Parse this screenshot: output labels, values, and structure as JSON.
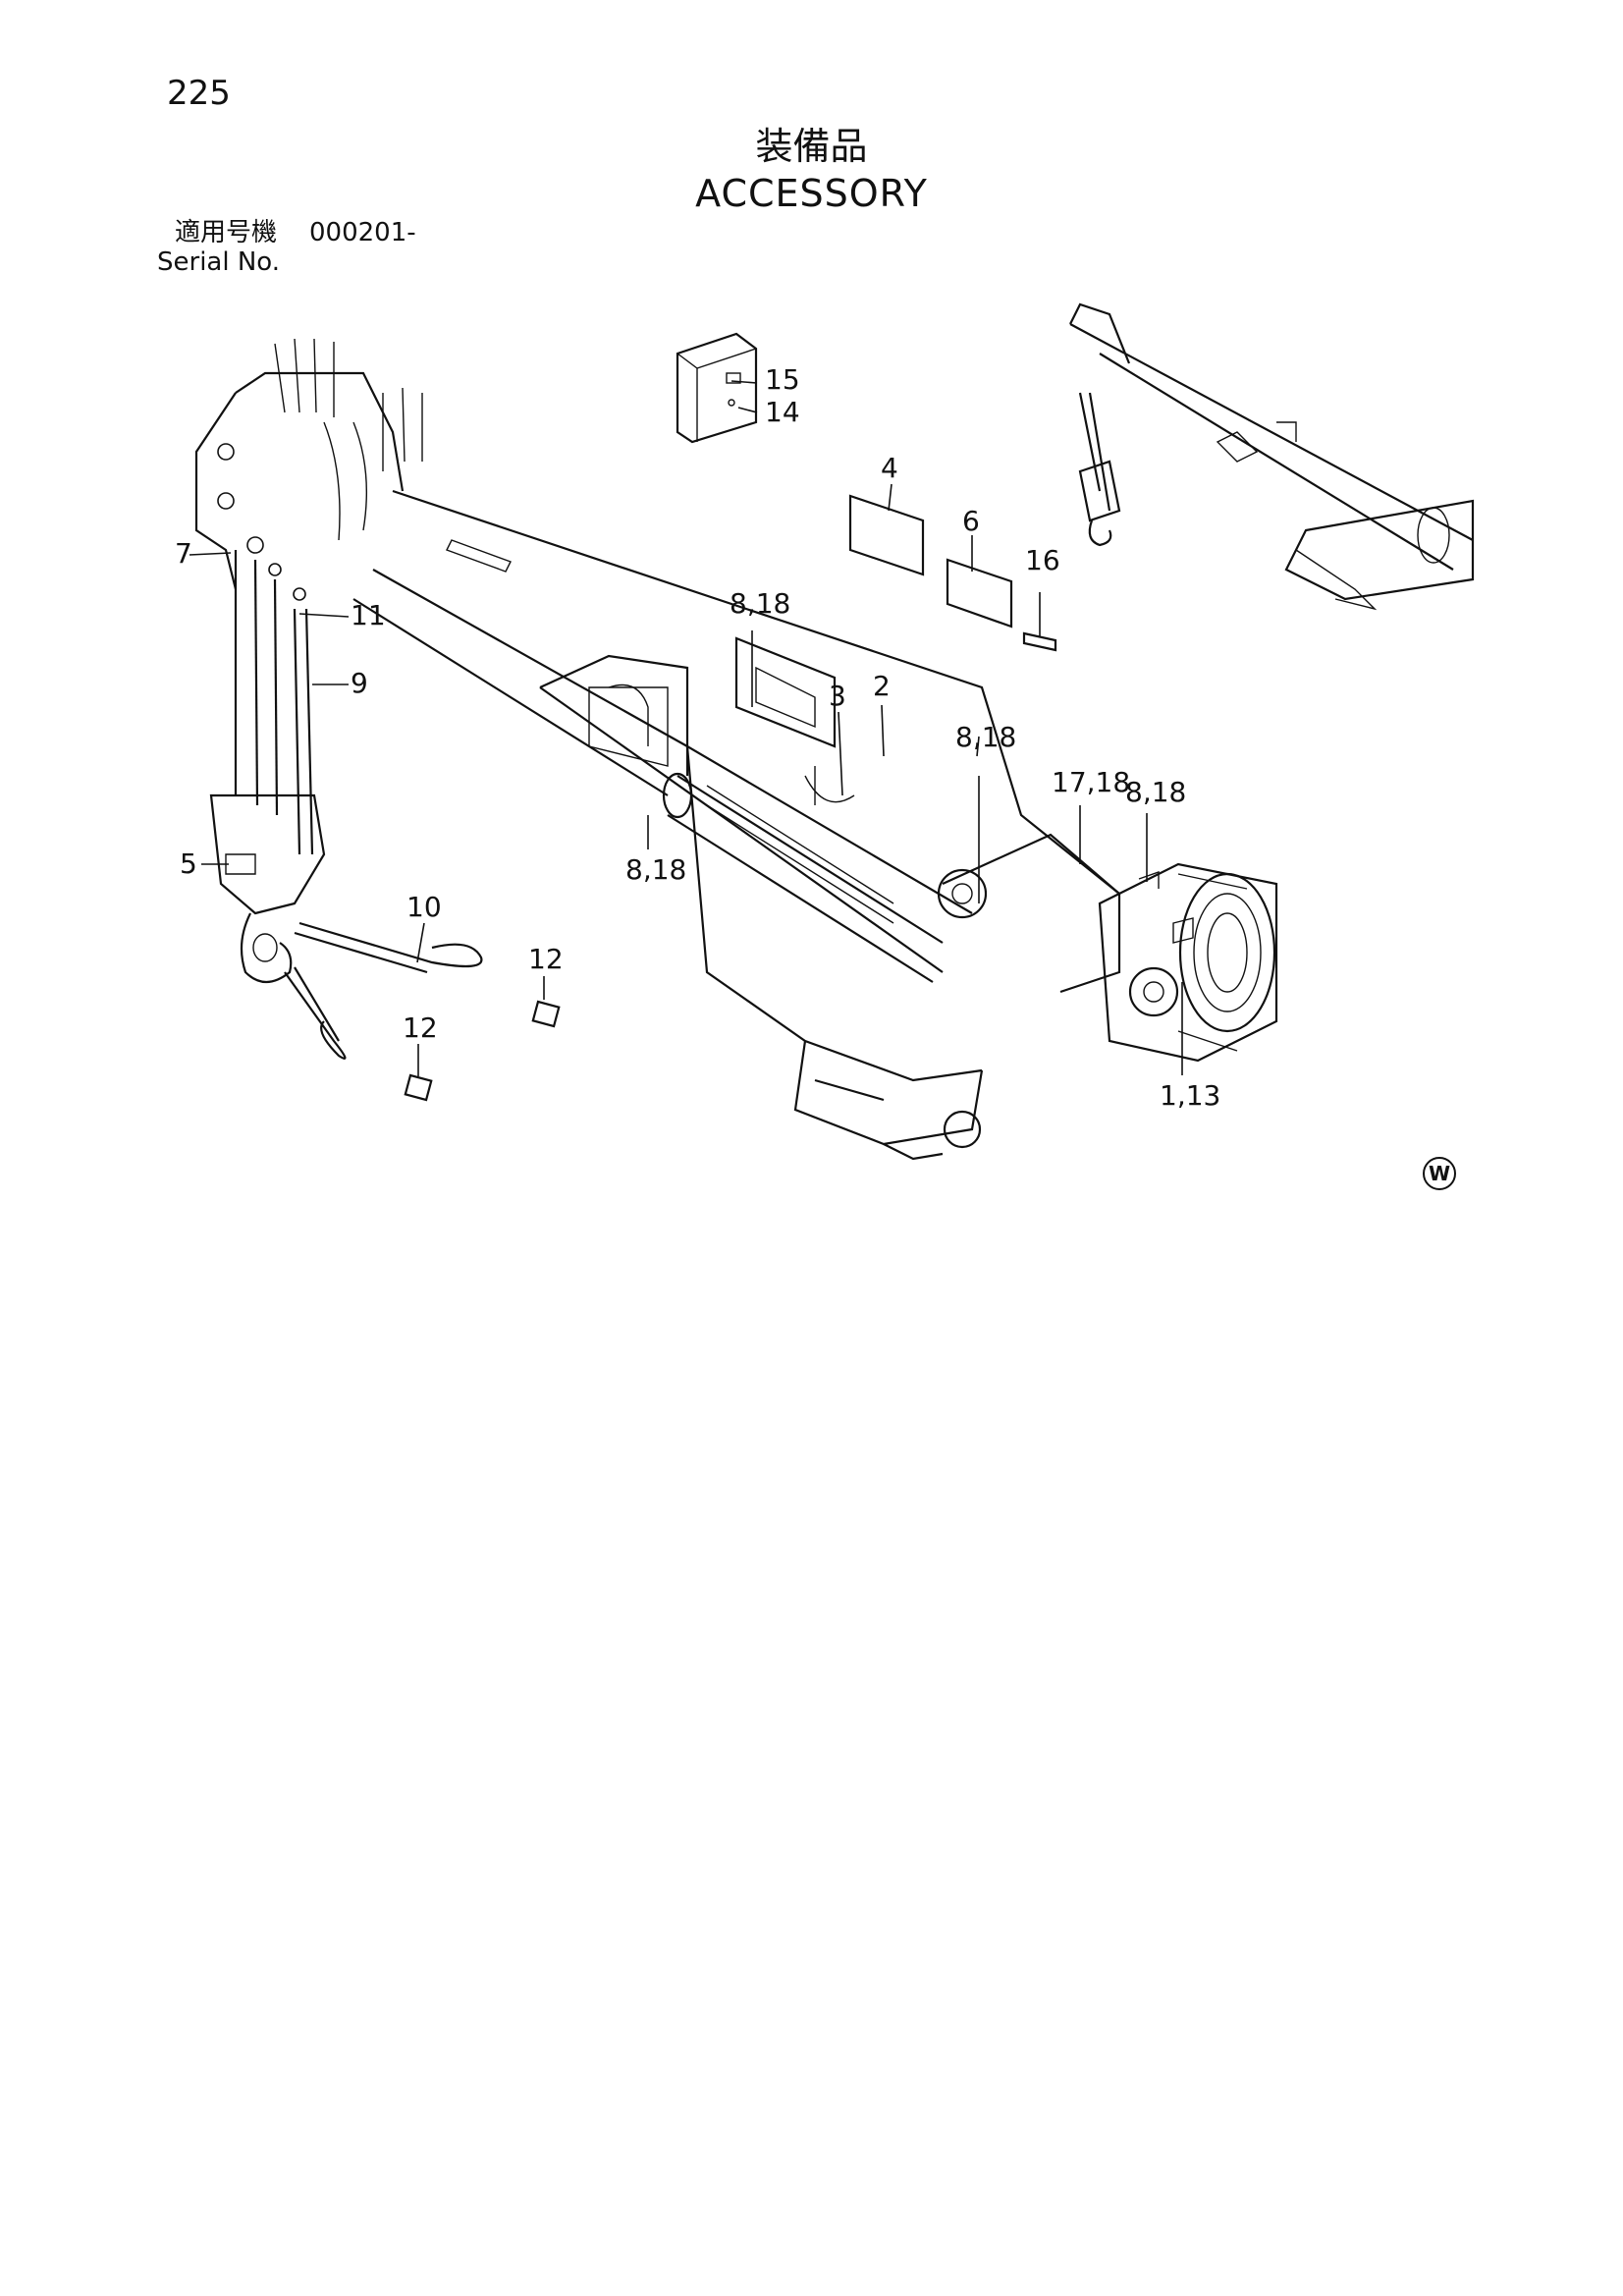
{
  "page_number": "225",
  "title_jp": "装備品",
  "title_en": "ACCESSORY",
  "serial": {
    "label_jp": "適用号機",
    "value": "000201-",
    "label_en": "Serial No."
  },
  "watermark": "W",
  "callouts": {
    "c15": "15",
    "c14": "14",
    "c4": "4",
    "c6": "6",
    "c16": "16",
    "c7": "7",
    "c11": "11",
    "c9": "9",
    "c5": "5",
    "c10": "10",
    "c12a": "12",
    "c12b": "12",
    "c818a": "8,18",
    "c3": "3",
    "c2": "2",
    "c818b": "8,18",
    "c818c": "8,18",
    "c1718": "17,18",
    "c818d": "8,18",
    "c113": "1,13"
  }
}
